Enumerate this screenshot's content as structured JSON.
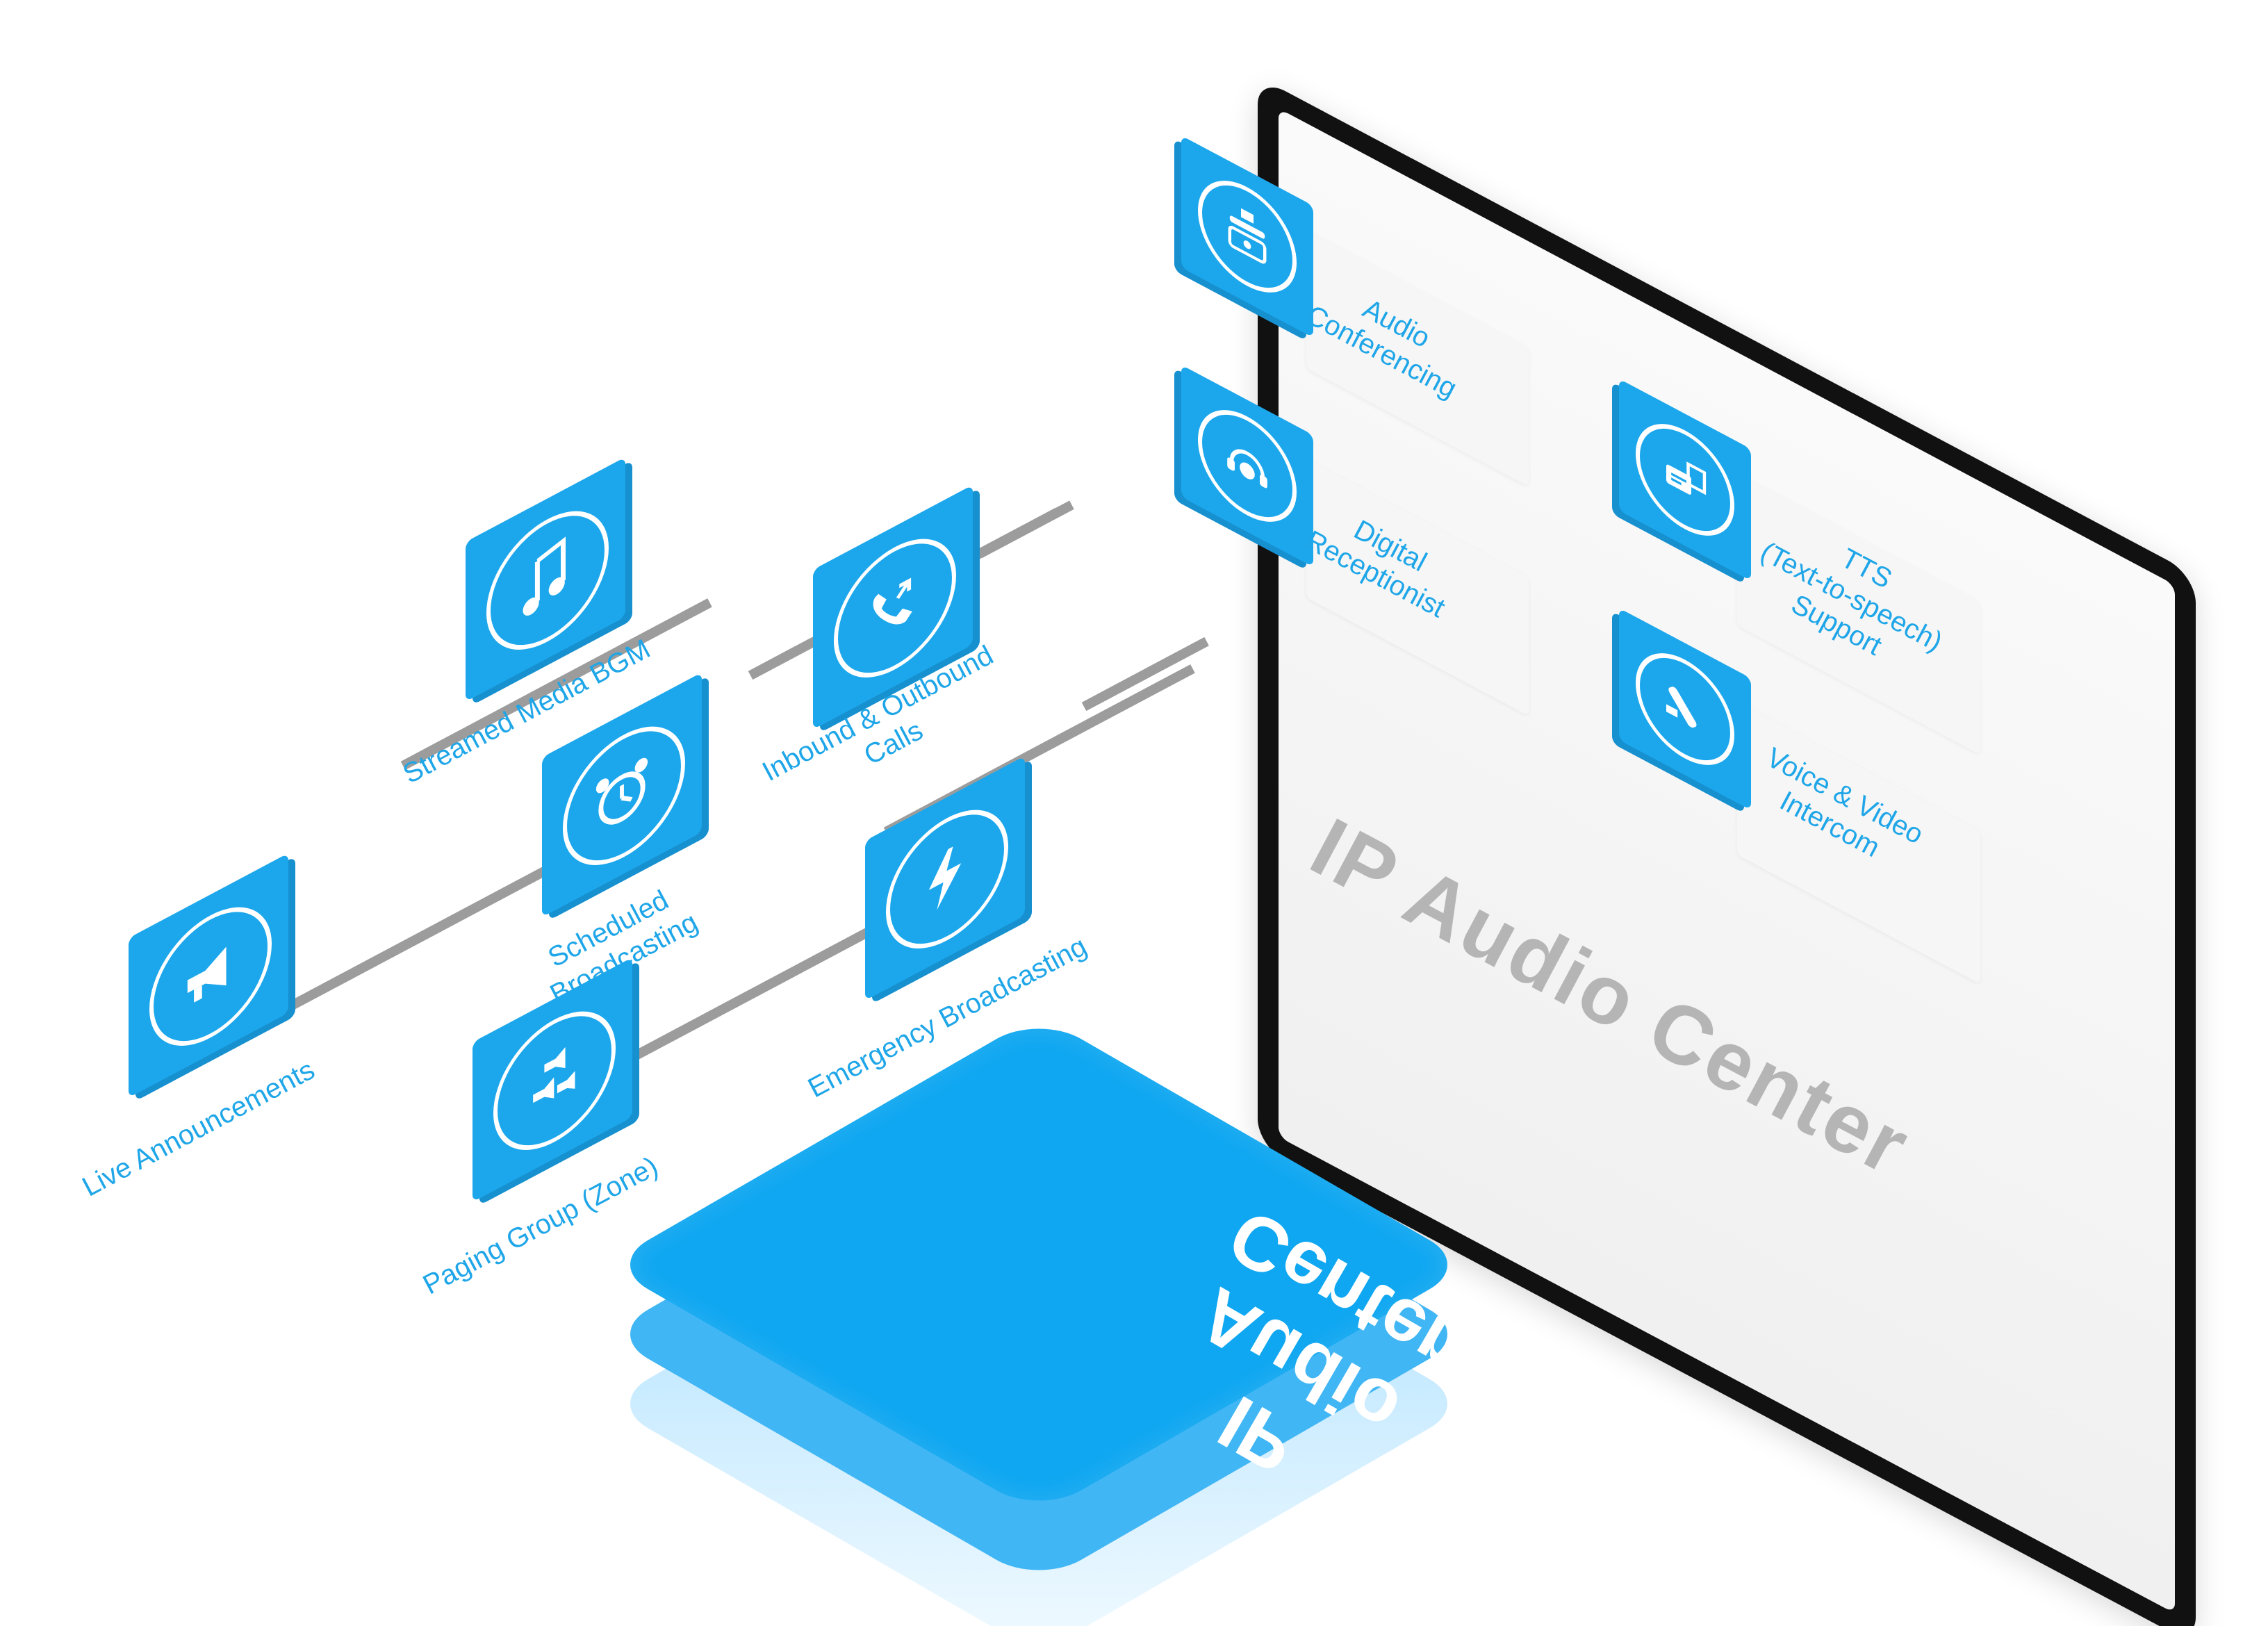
{
  "monitor": {
    "title": "IP Audio Center",
    "features": [
      {
        "label": "Audio\nConferencing",
        "icon": "conference-phone-icon"
      },
      {
        "label": "Digital\nReceptionist",
        "icon": "receptionist-headset-icon"
      },
      {
        "label": "TTS\n(Text-to-speech)\nSupport",
        "icon": "text-to-speech-icon"
      },
      {
        "label": "Voice & Video\nIntercom",
        "icon": "intercom-camera-icon"
      }
    ]
  },
  "platform": {
    "label": "IP\nAudio\nCenter"
  },
  "features": [
    {
      "label": "Streamed Media BGM",
      "icon": "music-note-icon"
    },
    {
      "label": "Inbound & Outbound\nCalls",
      "icon": "phone-call-icon"
    },
    {
      "label": "Scheduled\nBroadcasting",
      "icon": "alarm-clock-icon"
    },
    {
      "label": "Live Announcements",
      "icon": "megaphone-icon"
    },
    {
      "label": "Emergency Broadcasting",
      "icon": "lightning-alert-icon"
    },
    {
      "label": "Paging Group (Zone)",
      "icon": "paging-speakers-icon"
    }
  ],
  "colors": {
    "accent": "#1ca7ec",
    "accent_dark": "#1690cf",
    "label_text": "#1fa6e8",
    "screen_title": "#b5b5b5",
    "connector": "#9c9c9c",
    "monitor_frame": "#111111"
  }
}
